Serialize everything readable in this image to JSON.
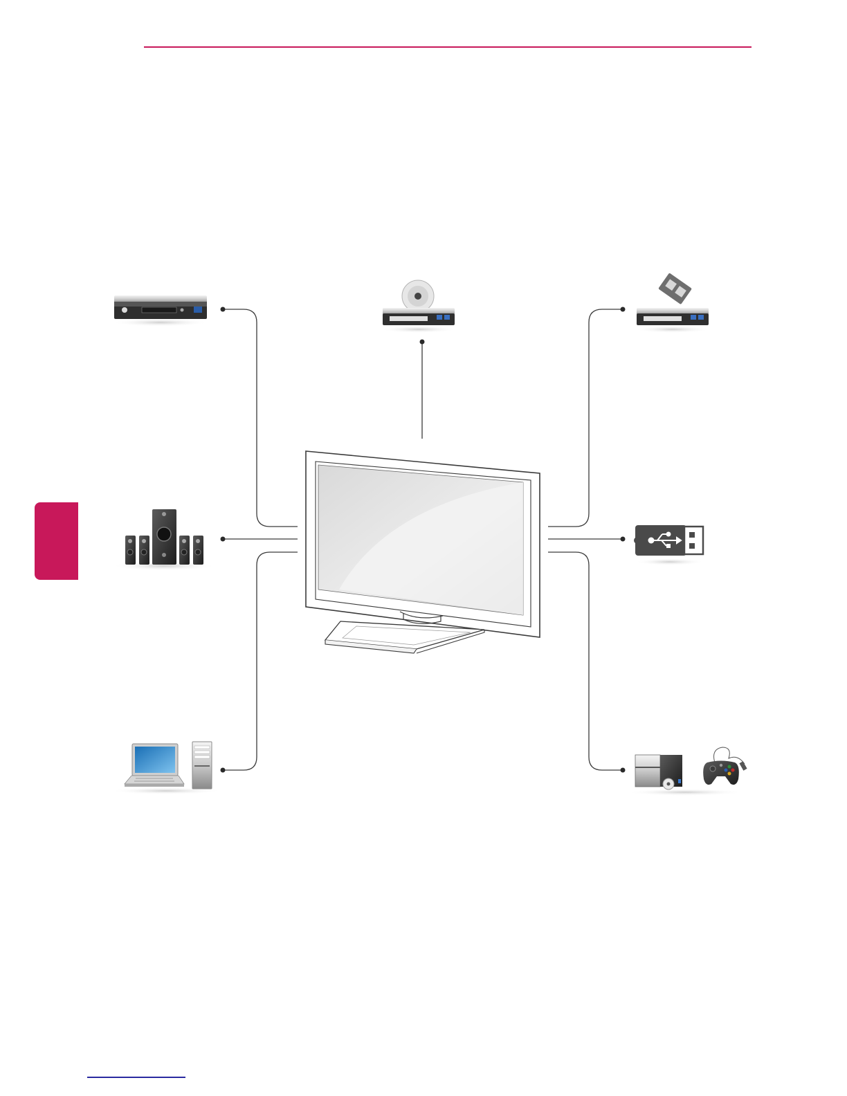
{
  "colors": {
    "accent": "#c8185a",
    "rule": "#c8185a",
    "footer_link": "#2a2aa0",
    "line": "#3a3a3a"
  },
  "header": {
    "rule": "pink-horizontal-rule"
  },
  "section_tab": {
    "color_name": "magenta"
  },
  "diagram": {
    "center": "tv-icon",
    "devices": [
      {
        "id": "set-top-box",
        "icon": "set-top-box-icon"
      },
      {
        "id": "dvd-player",
        "icon": "dvd-player-icon"
      },
      {
        "id": "vcr",
        "icon": "vcr-icon"
      },
      {
        "id": "speaker-system",
        "icon": "speaker-system-icon"
      },
      {
        "id": "usb",
        "icon": "usb-icon"
      },
      {
        "id": "pc",
        "icon": "laptop-pc-icon"
      },
      {
        "id": "game-console",
        "icon": "game-console-icon"
      }
    ]
  }
}
